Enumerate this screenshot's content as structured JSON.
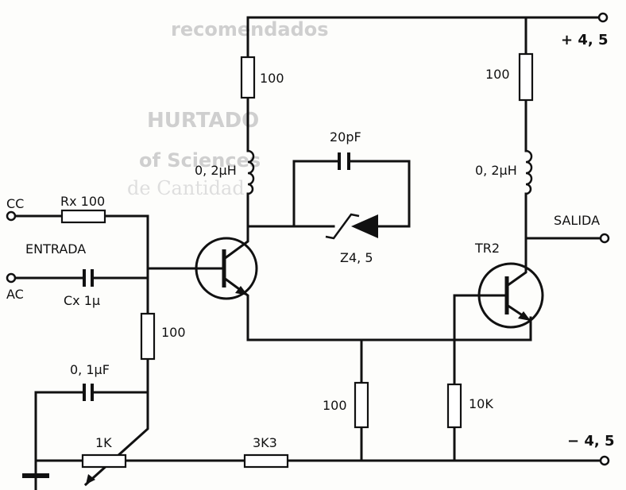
{
  "labels": {
    "supply_pos": "+ 4, 5",
    "supply_neg": "− 4, 5",
    "input_cc": "CC",
    "input_ac": "AC",
    "input_label": "ENTRADA",
    "output_label": "SALIDA",
    "rx": "Rx 100",
    "cx": "Cx  1µ",
    "r_collector_1": "100",
    "r_collector_2": "100",
    "l1": "0, 2µH",
    "l2": "0, 2µH",
    "c_feedback": "20pF",
    "zener": "Z4, 5",
    "tr2": "TR2",
    "r_base": "100",
    "c_base": "0, 1µF",
    "pot": "1K",
    "r_series": "3K3",
    "r_emitter": "100",
    "r_tr2_base": "10K"
  },
  "bleed_through": {
    "line1": "recomendados",
    "line2": "HURTADO",
    "line3": "of Sciences",
    "line4": "de Cantidad"
  }
}
